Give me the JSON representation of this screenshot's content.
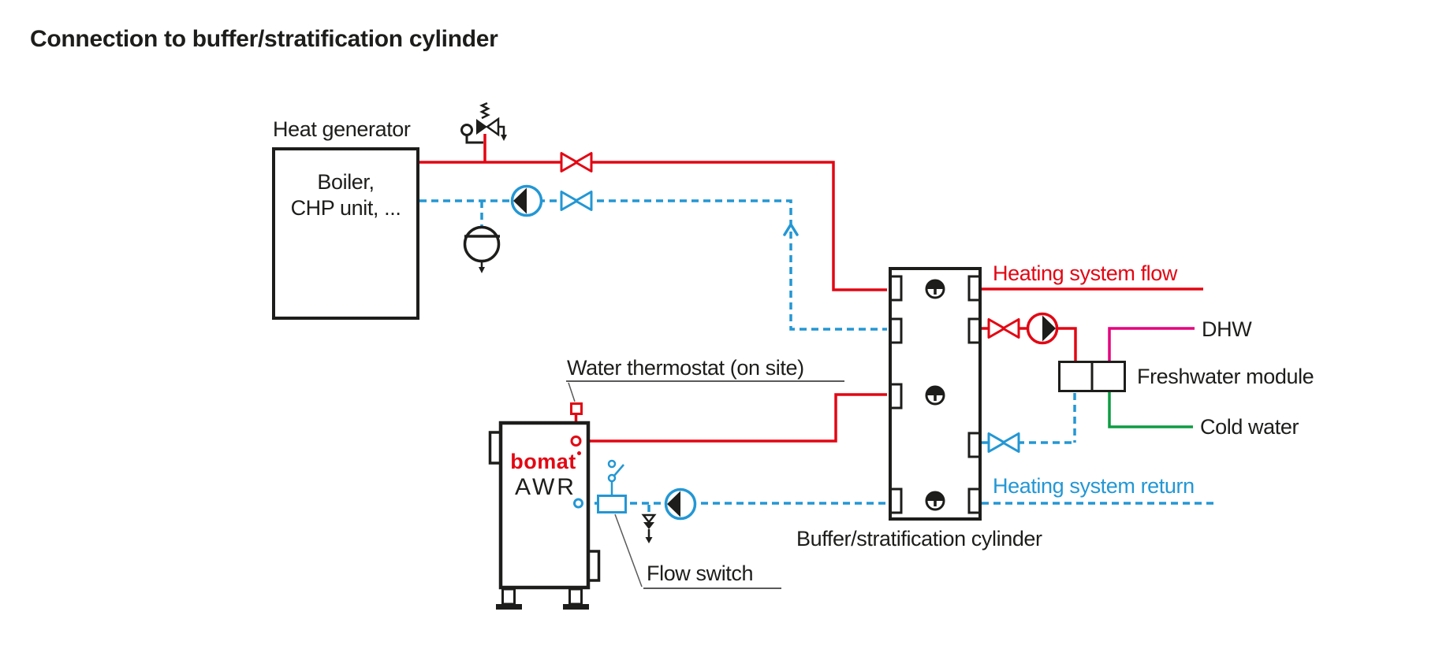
{
  "title": "Connection to buffer/stratification cylinder",
  "colors": {
    "red": "#e30613",
    "blue": "#2397d4",
    "magenta": "#e5007d",
    "green": "#0d9c43",
    "black": "#1d1d1b",
    "gray": "#5a5a5a"
  },
  "heat_generator": {
    "label": "Heat generator",
    "box_line1": "Boiler,",
    "box_line2": "CHP unit, ..."
  },
  "awr_unit": {
    "brand": "bomat",
    "model": "AWR"
  },
  "labels": {
    "water_thermostat": "Water thermostat (on site)",
    "flow_switch": "Flow switch",
    "buffer_cylinder": "Buffer/stratification cylinder",
    "heating_flow": "Heating system flow",
    "heating_return": "Heating system return",
    "dhw": "DHW",
    "freshwater_module": "Freshwater module",
    "cold_water": "Cold water"
  },
  "icons": {
    "pressure_gauge": "small black circle with stem",
    "safety_valve": "spring-loaded valve with outlet arrow",
    "expansion_vessel": "circle with membrane line and drain arrow",
    "pump": "circle with black triangle showing flow direction",
    "shutoff_valve": "bowtie of two open triangles",
    "thermometer": "circle with filled top half and stem",
    "flow_switch": "rectangle with contact switch",
    "drain_valve": "vertical valve with down arrow",
    "flow_direction_arrow": "chevron on dashed return line",
    "cylinder_port": "bracket stub inside tank wall"
  },
  "line_legend": {
    "solid_red": "heating flow",
    "dashed_blue": "heating return",
    "magenta": "domestic hot water",
    "green": "cold water"
  }
}
